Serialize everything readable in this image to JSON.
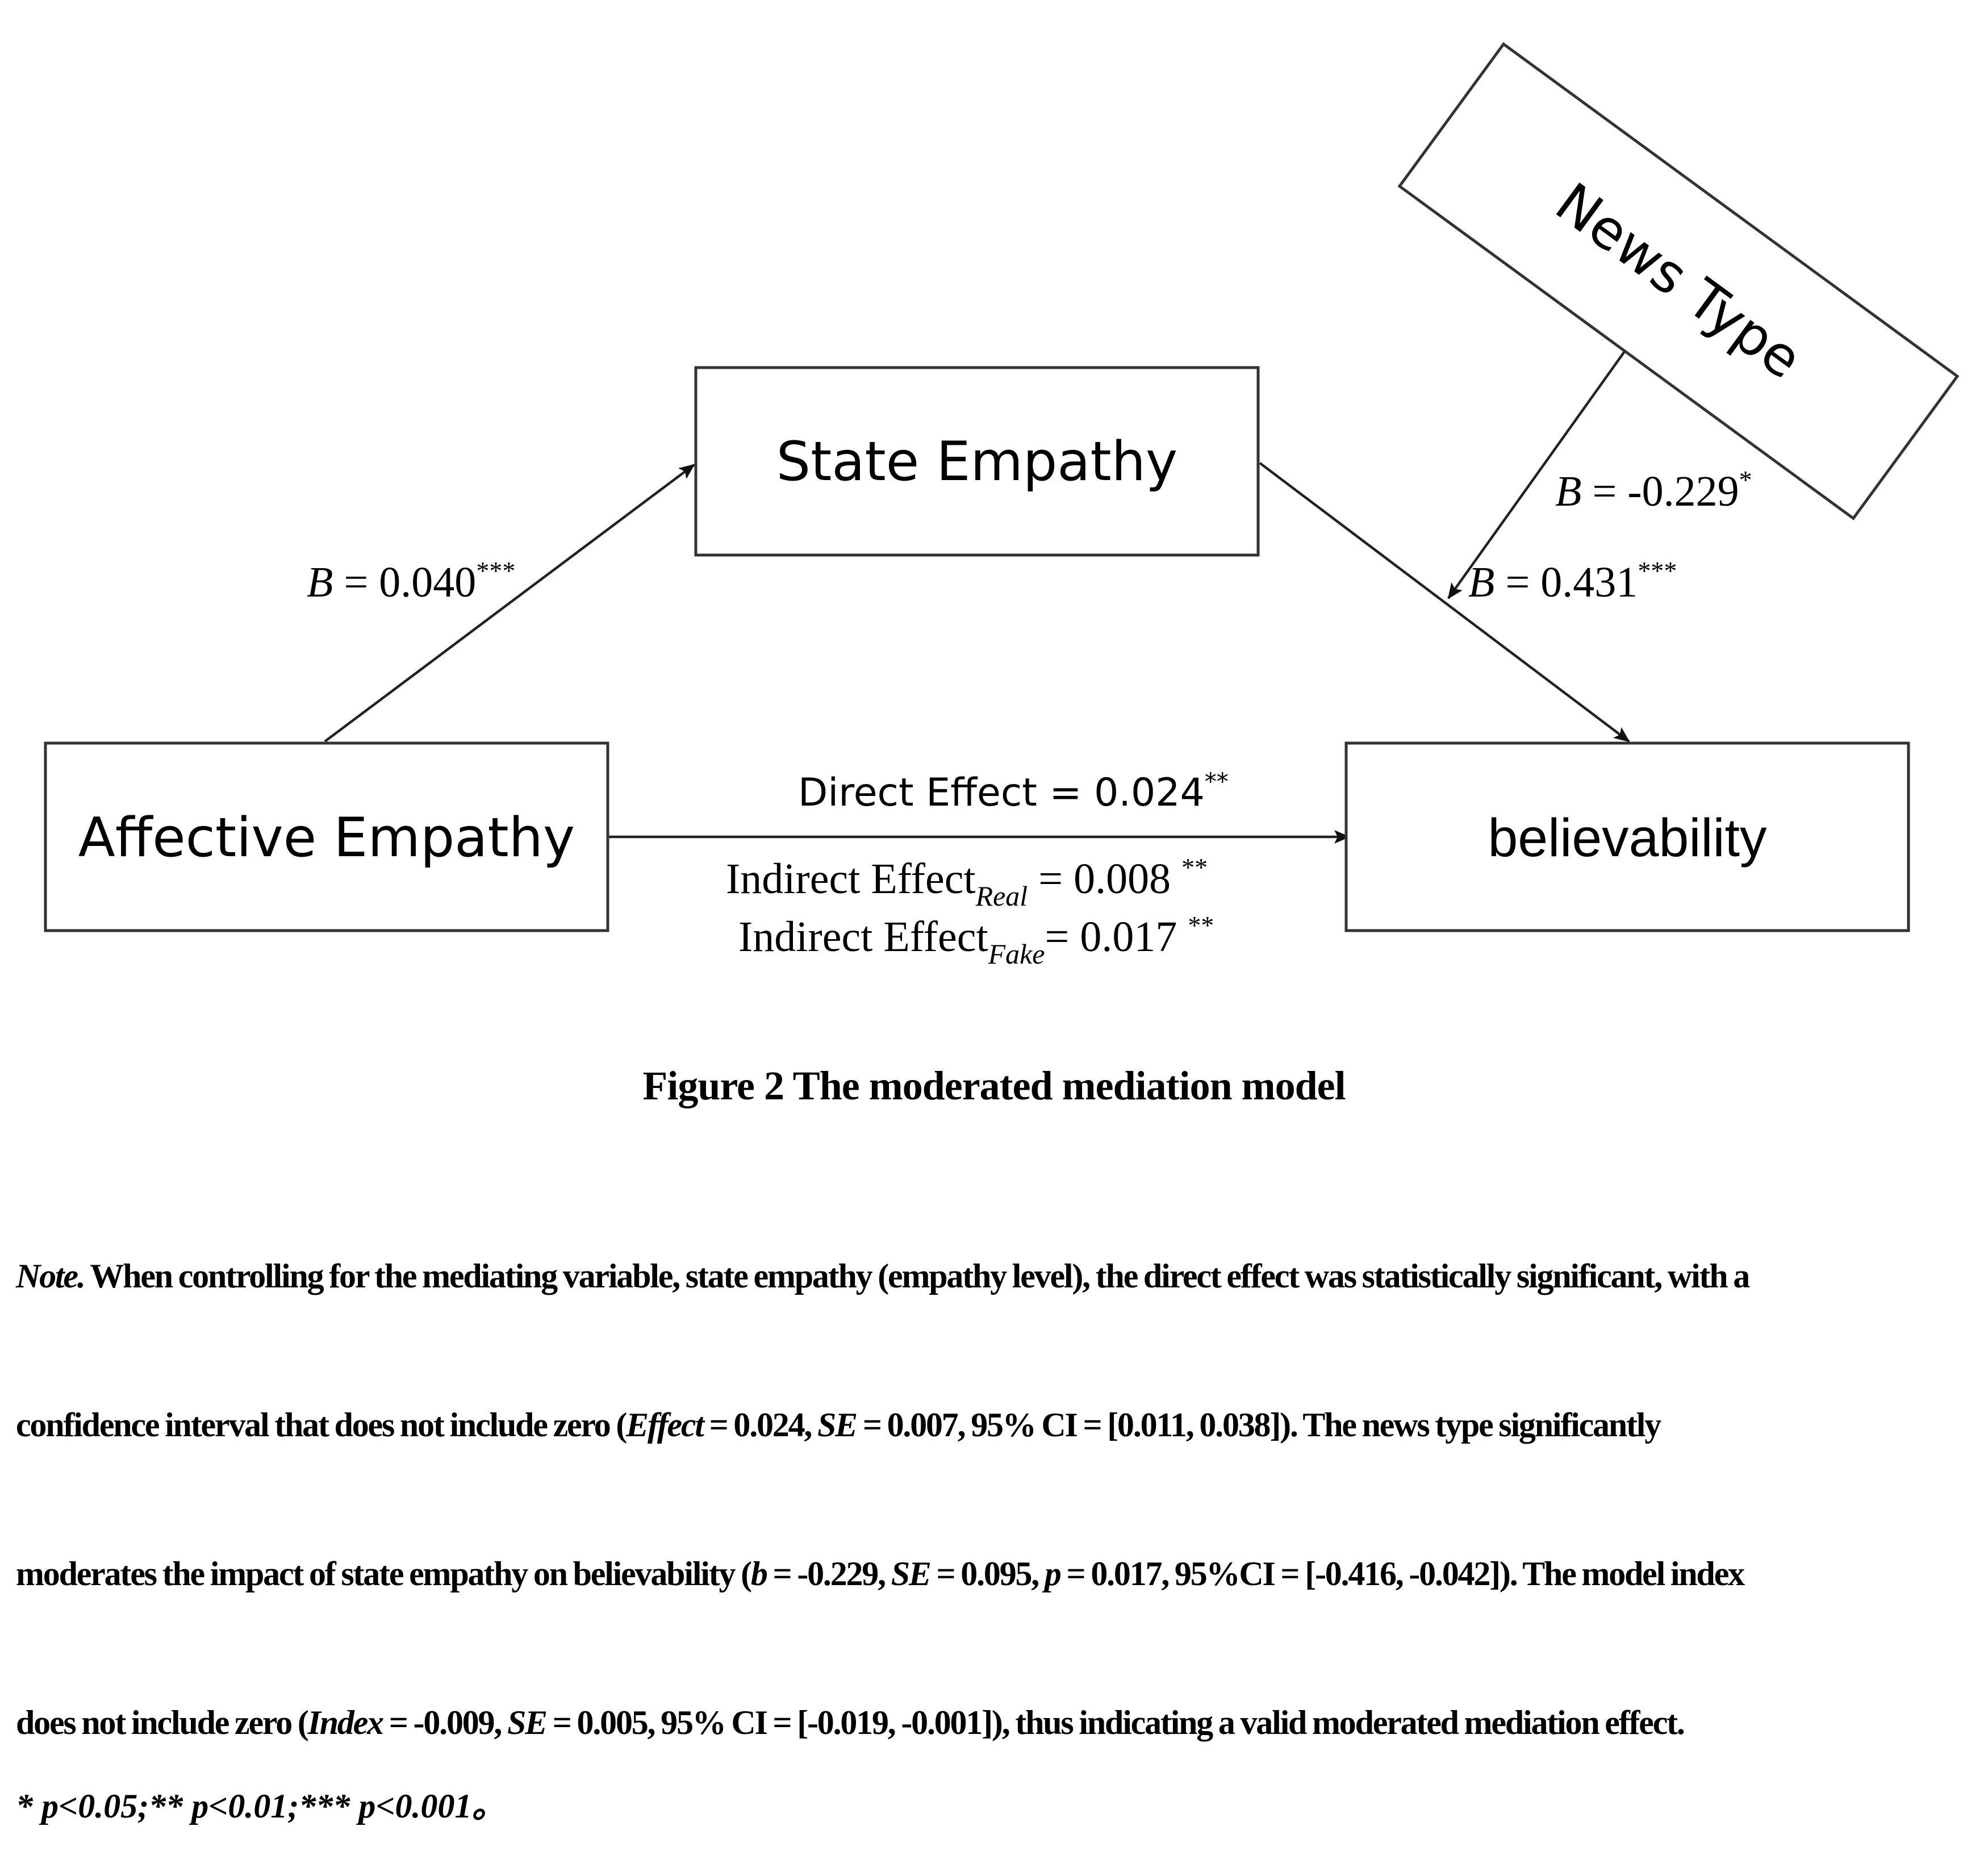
{
  "nodes": {
    "state_empathy": "State Empathy",
    "affective_empathy": "Affective Empathy",
    "believability": "believability",
    "news_type": "News Type"
  },
  "paths": {
    "a": {
      "prefix": "B",
      "text": " = 0.040",
      "sig": "***"
    },
    "b": {
      "prefix": "B",
      "text": " = 0.431",
      "sig": "***"
    },
    "moderation": {
      "prefix": "B",
      "text": " = -0.229",
      "sig": "*"
    },
    "direct": "Direct Effect  = 0.024",
    "direct_sig": "**",
    "indirect_real": {
      "label": "Indirect Effect",
      "sub": "Real",
      "value": " = 0.008 ",
      "sig": "**"
    },
    "indirect_fake": {
      "label": "Indirect Effect",
      "sub": "Fake",
      "value": "= 0.017 ",
      "sig": "**"
    }
  },
  "caption": "Figure 2 The moderated mediation model",
  "note": {
    "lead": "Note.",
    "line1": " When controlling for the mediating variable, state empathy (empathy level), the direct effect was statistically significant, with a",
    "line2_a": "confidence interval that does not include zero (",
    "line2_effect": "Effect",
    "line2_b": " = 0.024, ",
    "line2_se": "SE",
    "line2_c": " = 0.007, 95% CI = [0.011, 0.038]). The news type significantly",
    "line3_a": "moderates the impact of state empathy on believability (",
    "line3_b_ital": "b",
    "line3_b": " = -0.229, ",
    "line3_se": "SE",
    "line3_c": " = 0.095, ",
    "line3_p": "p",
    "line3_d": " = 0.017, 95%CI = [-0.416, -0.042]). The model index",
    "line4_a": "does not include zero (",
    "line4_index": "Index",
    "line4_b": " = -0.009, ",
    "line4_se": "SE",
    "line4_c": " = 0.005, 95% CI = [-0.019, -0.001]), thus indicating a valid moderated mediation effect."
  },
  "footnote": "* p<0.05;** p<0.01;*** p<0.001。"
}
